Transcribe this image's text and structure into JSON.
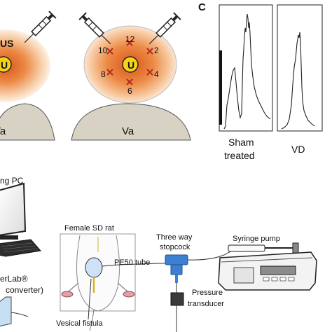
{
  "panel_c": {
    "letter": "C",
    "trace_left_label_line1": "Sham",
    "trace_left_label_line2": "treated",
    "trace_right_label": "VD"
  },
  "injection_panel": {
    "us_label": "US",
    "u_label": "U",
    "va_label": "Va",
    "clock_numbers": [
      "12",
      "2",
      "4",
      "6",
      "8",
      "10"
    ]
  },
  "setup": {
    "pc_label": "ng PC",
    "powerlab_line1": "erLab®",
    "powerlab_line2": "converter)",
    "rat_label": "Female SD rat",
    "tube_label": "PE50 tube",
    "stopcock_line1": "Three way",
    "stopcock_line2": "stopcock",
    "pump_label": "Syringe pump",
    "transducer_line1": "Pressure",
    "transducer_line2": "transducer",
    "fistula_label": "Vesical fistula"
  },
  "colors": {
    "glow_inner": "#e8742a",
    "glow_outer": "#fbe0cc",
    "urethra_yellow": "#f5d21a",
    "tissue_gray": "#d8d2c4",
    "stopcock_blue": "#3d7fd1",
    "transducer_dark": "#3a3a3a",
    "cross_red": "#b02a20"
  }
}
